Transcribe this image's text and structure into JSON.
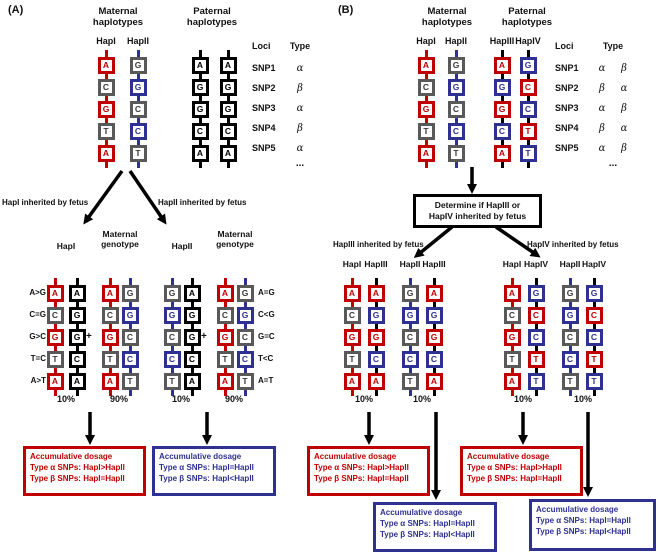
{
  "colors": {
    "red": "#c00000",
    "blue": "#2e3192",
    "gray": "#595959",
    "black": "#000000",
    "gray_letter": "#3a3a3a"
  },
  "haplotypes": {
    "hapI": {
      "line": "red",
      "cells": [
        {
          "t": "A",
          "c": "red"
        },
        {
          "t": "C",
          "c": "gray"
        },
        {
          "t": "G",
          "c": "red"
        },
        {
          "t": "T",
          "c": "gray"
        },
        {
          "t": "A",
          "c": "red"
        }
      ]
    },
    "hapII": {
      "line": "blue",
      "cells": [
        {
          "t": "G",
          "c": "gray"
        },
        {
          "t": "G",
          "c": "blue"
        },
        {
          "t": "C",
          "c": "gray"
        },
        {
          "t": "C",
          "c": "blue"
        },
        {
          "t": "T",
          "c": "gray"
        }
      ]
    },
    "paternal": {
      "line": "black",
      "cells": [
        {
          "t": "A",
          "c": "black"
        },
        {
          "t": "G",
          "c": "black"
        },
        {
          "t": "G",
          "c": "black"
        },
        {
          "t": "C",
          "c": "black"
        },
        {
          "t": "A",
          "c": "black"
        }
      ]
    },
    "hapIII": {
      "line": "black",
      "cells": [
        {
          "t": "A",
          "c": "red"
        },
        {
          "t": "G",
          "c": "blue"
        },
        {
          "t": "G",
          "c": "red"
        },
        {
          "t": "C",
          "c": "blue"
        },
        {
          "t": "A",
          "c": "red"
        }
      ]
    },
    "hapIV": {
      "line": "black",
      "cells": [
        {
          "t": "G",
          "c": "blue"
        },
        {
          "t": "C",
          "c": "red"
        },
        {
          "t": "C",
          "c": "blue"
        },
        {
          "t": "T",
          "c": "red"
        },
        {
          "t": "T",
          "c": "blue"
        }
      ]
    }
  },
  "dosage": {
    "red": {
      "title": "Accumulative dosage",
      "line1": "Type α SNPs: HapI>HapII",
      "line2": "Type β SNPs: HapI=HapII"
    },
    "blue": {
      "title": "Accumulative dosage",
      "line1": "Type α SNPs: HapI=HapII",
      "line2": "Type β SNPs: HapI<HapII"
    }
  },
  "panel_a": {
    "label": "(A)",
    "maternal_title": [
      "Maternal",
      "haplotypes"
    ],
    "paternal_title": [
      "Paternal",
      "haplotypes"
    ],
    "hap_labels": [
      "HapI",
      "HapII"
    ],
    "loci": {
      "header_locus": "Loci",
      "header_type": "Type",
      "ellipsis": "...",
      "rows": [
        {
          "locus": "SNP1",
          "types": [
            "α"
          ]
        },
        {
          "locus": "SNP2",
          "types": [
            "β"
          ]
        },
        {
          "locus": "SNP3",
          "types": [
            "α"
          ]
        },
        {
          "locus": "SNP4",
          "types": [
            "β"
          ]
        },
        {
          "locus": "SNP5",
          "types": [
            "α"
          ]
        }
      ]
    },
    "branch_left": "HapI inherited by fetus",
    "branch_right": "HapII inherited by fetus",
    "group_titles": [
      "HapI",
      "Maternal genotype",
      "HapII",
      "Maternal genotype"
    ],
    "plus": "+",
    "left_annotations": [
      "A>G",
      "C=G",
      "G>C",
      "T=C",
      "A>T"
    ],
    "right_annotations": [
      "A=G",
      "C<G",
      "G=C",
      "T<C",
      "A=T"
    ],
    "pcts": [
      "10%",
      "90%",
      "10%",
      "90%"
    ]
  },
  "panel_b": {
    "label": "(B)",
    "maternal_title": [
      "Maternal",
      "haplotypes"
    ],
    "paternal_title": [
      "Paternal",
      "haplotypes"
    ],
    "hap_labels": [
      "HapI",
      "HapII",
      "HapIII",
      "HapIV"
    ],
    "loci": {
      "header_locus": "Loci",
      "header_type": "Type",
      "ellipsis": "...",
      "rows": [
        {
          "locus": "SNP1",
          "types": [
            "α",
            "β"
          ]
        },
        {
          "locus": "SNP2",
          "types": [
            "β",
            "α"
          ]
        },
        {
          "locus": "SNP3",
          "types": [
            "α",
            "β"
          ]
        },
        {
          "locus": "SNP4",
          "types": [
            "β",
            "α"
          ]
        },
        {
          "locus": "SNP5",
          "types": [
            "α",
            "β"
          ]
        }
      ]
    },
    "determine_box": [
      "Determine if HapIII or",
      "HapIV inherited by fetus"
    ],
    "branch_left": "HapIII inherited by fetus",
    "branch_right": "HapIV inherited by fetus",
    "col_labels": [
      "HapI",
      "HapIII",
      "HapII",
      "HapIII",
      "HapI",
      "HapIV",
      "HapII",
      "HapIV"
    ],
    "pcts": [
      "10%",
      "10%",
      "10%",
      "10%"
    ]
  }
}
